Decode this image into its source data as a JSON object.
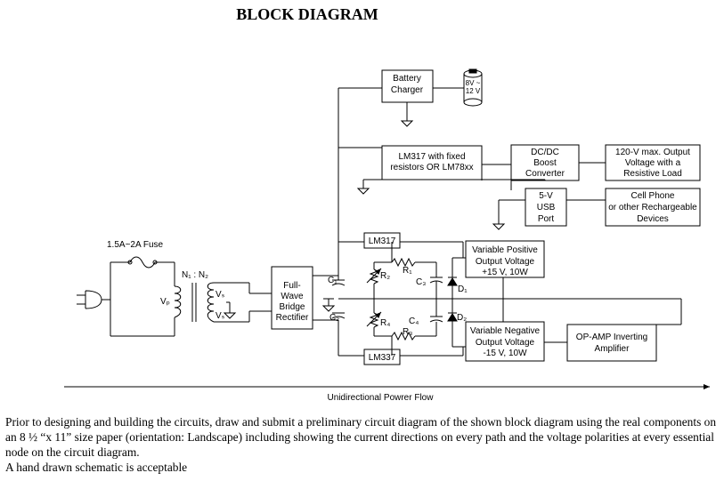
{
  "title": "BLOCK DIAGRAM",
  "blocks": {
    "battery_charger": [
      "Battery",
      "Charger"
    ],
    "battery_cell": [
      "8V ~",
      "12 V"
    ],
    "regulator": [
      "LM317 with fixed",
      "resistors OR LM78xx"
    ],
    "boost": [
      "DC/DC",
      "Boost",
      "Converter"
    ],
    "load120": [
      "120-V max. Output",
      "Voltage with a",
      "Resistive Load"
    ],
    "usb": [
      "5-V",
      "USB",
      "Port"
    ],
    "phone": [
      "Cell Phone",
      "or other Rechargeable",
      "Devices"
    ],
    "rectifier": [
      "Full-",
      "Wave",
      "Bridge",
      "Rectifier"
    ],
    "lm317": "LM317",
    "lm337": "LM337",
    "var_pos": [
      "Variable Positive",
      "Output Voltage",
      "+15 V, 10W"
    ],
    "var_neg": [
      "Variable Negative",
      "Output Voltage",
      "-15 V, 10W"
    ],
    "opamp": [
      "OP-AMP Inverting",
      "Amplifier"
    ]
  },
  "labels": {
    "fuse": "1.5A~2A Fuse",
    "turns": "N₁ : N₂",
    "vp": "Vₚ",
    "vs": "Vₛ",
    "c1": "C₁",
    "c2": "C₂",
    "c3": "C₃",
    "c4": "C₄",
    "r1": "R₁",
    "r2": "R₂",
    "r3": "R₃",
    "r4": "R₄",
    "d1": "D₁",
    "d2": "D₂",
    "flow": "Unidirectional Powrer Flow"
  },
  "paragraph": [
    "Prior to designing and building the circuits, draw and submit a preliminary circuit diagram of the shown block diagram using the real components on an 8 ½ “x 11” size paper (orientation: Landscape) including showing the current directions on every path and the voltage polarities at every essential node on the circuit diagram.",
    "A hand drawn schematic is acceptable"
  ]
}
